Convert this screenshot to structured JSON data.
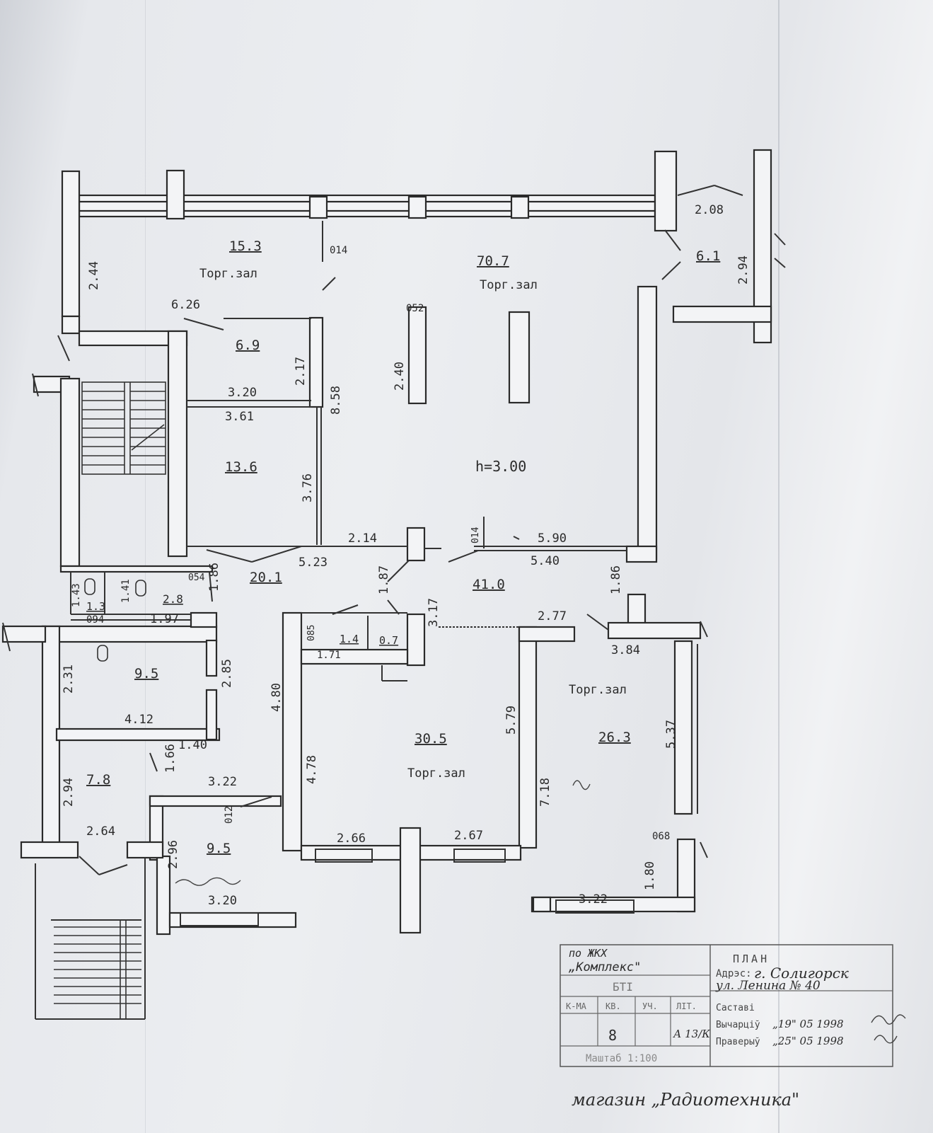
{
  "plan": {
    "height_label": "h=3.00",
    "hall_label": "Торг.зал",
    "rooms": [
      {
        "area": "15.3"
      },
      {
        "area": "70.7"
      },
      {
        "area": "6.1"
      },
      {
        "area": "6.9"
      },
      {
        "area": "13.6"
      },
      {
        "area": "20.1"
      },
      {
        "area": "41.0"
      },
      {
        "area": "1.3"
      },
      {
        "area": "2.8"
      },
      {
        "area": "1.4"
      },
      {
        "area": "0.7"
      },
      {
        "area": "9.5"
      },
      {
        "area": "30.5"
      },
      {
        "area": "26.3"
      },
      {
        "area": "7.8"
      },
      {
        "area": "9.5"
      }
    ],
    "dims": [
      "2.08",
      "2.44",
      "014",
      "2.94",
      "6.26",
      "052",
      "2.17",
      "8.58",
      "2.40",
      "3.20",
      "3.61",
      "3.76",
      "2.14",
      "014",
      "5.90",
      "5.23",
      "5.40",
      "054",
      "1.86",
      "1.87",
      "1.86",
      "1.43",
      "1.41",
      "094",
      "1.97",
      "3.17",
      "2.77",
      "085",
      "1.71",
      "3.84",
      "2.31",
      "2.85",
      "4.12",
      "4.80",
      "5.79",
      "5.37",
      "1.40",
      "1.66",
      "2.94",
      "3.22",
      "4.78",
      "7.18",
      "012",
      "2.64",
      "2.66",
      "2.67",
      "068",
      "2.96",
      "3.20",
      "3.22",
      "1.80"
    ]
  },
  "stamp": {
    "org_line1": "по ЖКХ",
    "org_line2": "„Комплекс\"",
    "bti": "БТІ",
    "title": "ПЛАН",
    "address_label": "Адрэс:",
    "address_value": "г. Солигорск",
    "street": "ул. Ленина № 40",
    "col1": "К-МА",
    "col2": "КВ.",
    "col3": "УЧ.",
    "col4": "ЛІТ.",
    "kv_value": "8",
    "lit_value": "А 13/К",
    "row1_label": "Саставі",
    "row2_label": "Вычарціў",
    "row2_date": "„19\" 05 1998",
    "row3_label": "Праверыў",
    "row3_date": "„25\" 05 1998",
    "scale": "Маштаб 1:100",
    "store_name": "магазин „Радиотехника\""
  }
}
